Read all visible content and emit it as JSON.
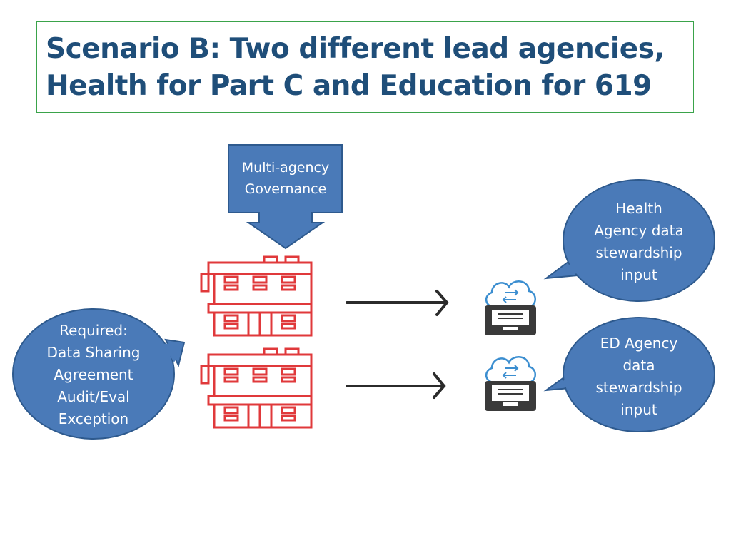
{
  "title": {
    "line1": "Scenario B: Two different lead agencies,",
    "line2": "Health for Part C and Education for 619"
  },
  "governance": {
    "line1": "Multi-agency",
    "line2": "Governance"
  },
  "required": {
    "line1": "Required:",
    "line2": "Data Sharing",
    "line3": "Agreement",
    "line4": "Audit/Eval",
    "line5": "Exception"
  },
  "health_input": {
    "line1": "Health",
    "line2": "Agency data",
    "line3": "stewardship",
    "line4": "input"
  },
  "ed_input": {
    "line1": "ED Agency",
    "line2": "data",
    "line3": "stewardship",
    "line4": "input"
  },
  "colors": {
    "callout_fill": "#4a7ab8",
    "callout_stroke": "#2e5a8e",
    "building": "#e0393b",
    "title_text": "#1f4e79",
    "title_border": "#3aa34a",
    "cabinet": "#3a3a3a",
    "cloud": "#3b8ed0"
  },
  "icons": [
    "building-icon",
    "building-icon",
    "arrow-right-icon",
    "arrow-right-icon",
    "cloud-cabinet-icon",
    "cloud-cabinet-icon"
  ]
}
